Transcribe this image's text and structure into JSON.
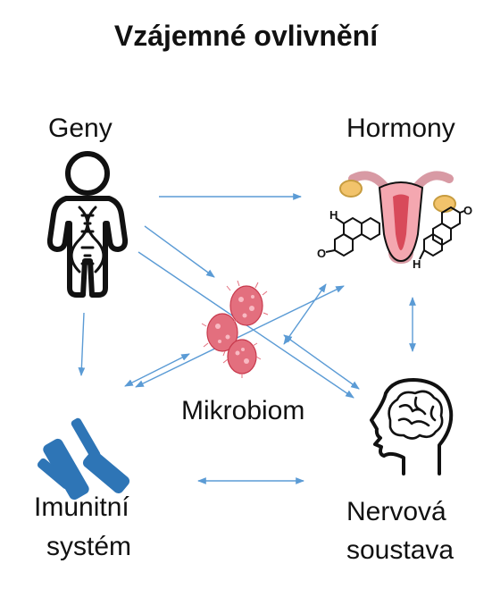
{
  "title": "Vzájemné ovlivnění",
  "nodes": {
    "genes": {
      "label": "Geny"
    },
    "hormones": {
      "label": "Hormony"
    },
    "microbiome": {
      "label": "Mikrobiom"
    },
    "immune": {
      "label_line1": "Imunitní",
      "label_line2": "systém"
    },
    "nervous": {
      "label_line1": "Nervová",
      "label_line2": "soustava"
    }
  },
  "colors": {
    "arrow": "#5b9bd5",
    "antibody": "#2e75b6",
    "microbe": "#e06070",
    "uterus_pink": "#f4a7b0",
    "uterus_dark": "#d84a5a",
    "ovary": "#f5c56b",
    "outline": "#111111"
  },
  "icons": {
    "genes": "human-dna-icon",
    "hormones": "uterus-hormone-icon",
    "microbiome": "bacteria-cluster-icon",
    "immune": "antibody-icon",
    "nervous": "head-brain-icon"
  }
}
